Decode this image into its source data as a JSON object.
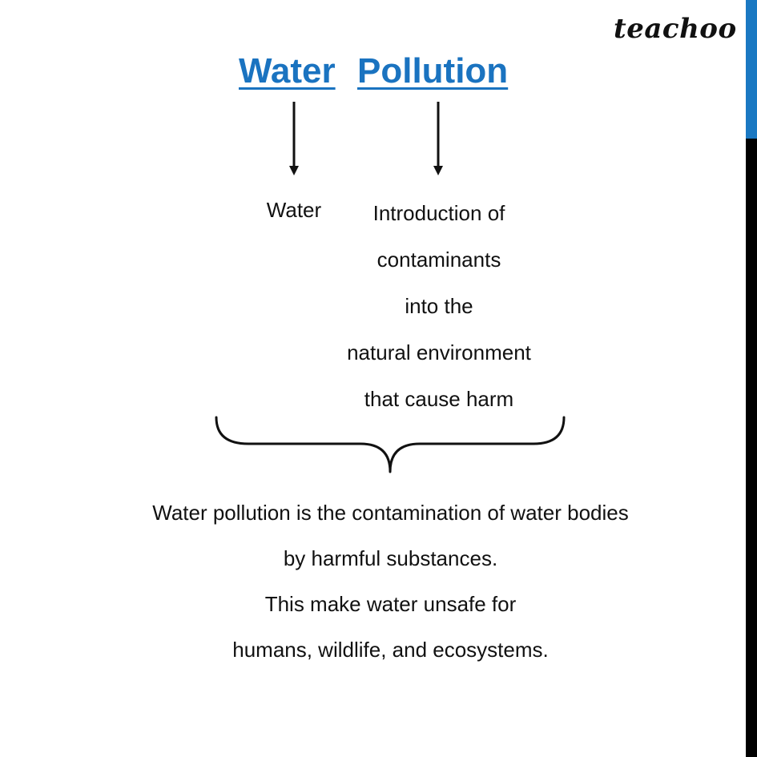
{
  "brand": "teachoo",
  "title": {
    "word1": "Water",
    "word2": "Pollution"
  },
  "breakdown": {
    "water": "Water",
    "pollution_lines": [
      "Introduction of",
      "contaminants",
      "into the",
      "natural environment",
      "that cause harm"
    ]
  },
  "summary_lines": [
    "Water pollution is the contamination of water bodies",
    "by harmful substances.",
    "This make water unsafe for",
    "humans, wildlife, and ecosystems."
  ],
  "colors": {
    "title": "#1a73c0",
    "side_accent": "#1a78c2",
    "side_bar": "#000000"
  }
}
